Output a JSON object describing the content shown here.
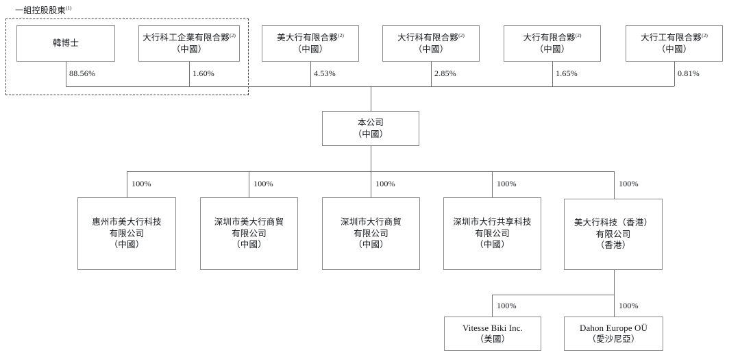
{
  "diagram": {
    "type": "org-chart",
    "title_caption": "一組控股股東",
    "title_caption_ref": "(1)",
    "colors": {
      "box_border": "#8a8a8a",
      "connector": "#6e6e6e",
      "dashed_group_border": "#3d3d3d",
      "text": "#15171a",
      "background": "#ffffff"
    }
  },
  "shareholders": [
    {
      "name": "韓博士",
      "ref": "",
      "jurisdiction": "",
      "percent": "88.56%",
      "in_control_group": true
    },
    {
      "name": "大行科工企業有限合夥",
      "ref": "(2)",
      "jurisdiction": "（中國）",
      "percent": "1.60%",
      "in_control_group": true
    },
    {
      "name": "美大行有限合夥",
      "ref": "(2)",
      "jurisdiction": "（中國）",
      "percent": "4.53%",
      "in_control_group": false
    },
    {
      "name": "大行科有限合夥",
      "ref": "(2)",
      "jurisdiction": "（中國）",
      "percent": "2.85%",
      "in_control_group": false
    },
    {
      "name": "大行有限合夥",
      "ref": "(2)",
      "jurisdiction": "（中國）",
      "percent": "1.65%",
      "in_control_group": false
    },
    {
      "name": "大行工有限合夥",
      "ref": "(2)",
      "jurisdiction": "（中國）",
      "percent": "0.81%",
      "in_control_group": false
    }
  ],
  "company": {
    "name": "本公司",
    "jurisdiction": "（中國）"
  },
  "subsidiaries": [
    {
      "name_line1": "惠州市美大行科技",
      "name_line2": "有限公司",
      "jurisdiction": "（中國）",
      "percent": "100%"
    },
    {
      "name_line1": "深圳市美大行商貿",
      "name_line2": "有限公司",
      "jurisdiction": "（中國）",
      "percent": "100%"
    },
    {
      "name_line1": "深圳市大行商貿",
      "name_line2": "有限公司",
      "jurisdiction": "（中國）",
      "percent": "100%"
    },
    {
      "name_line1": "深圳市大行共享科技",
      "name_line2": "有限公司",
      "jurisdiction": "（中國）",
      "percent": "100%"
    },
    {
      "name_line1": "美大行科技（香港）",
      "name_line2": "有限公司",
      "jurisdiction": "（香港）",
      "percent": "100%"
    }
  ],
  "sub_subsidiaries": [
    {
      "name_line1": "Vitesse Biki Inc.",
      "jurisdiction": "（美國）",
      "percent": "100%"
    },
    {
      "name_line1": "Dahon Europe OÜ",
      "jurisdiction": "（愛沙尼亞）",
      "percent": "100%"
    }
  ]
}
